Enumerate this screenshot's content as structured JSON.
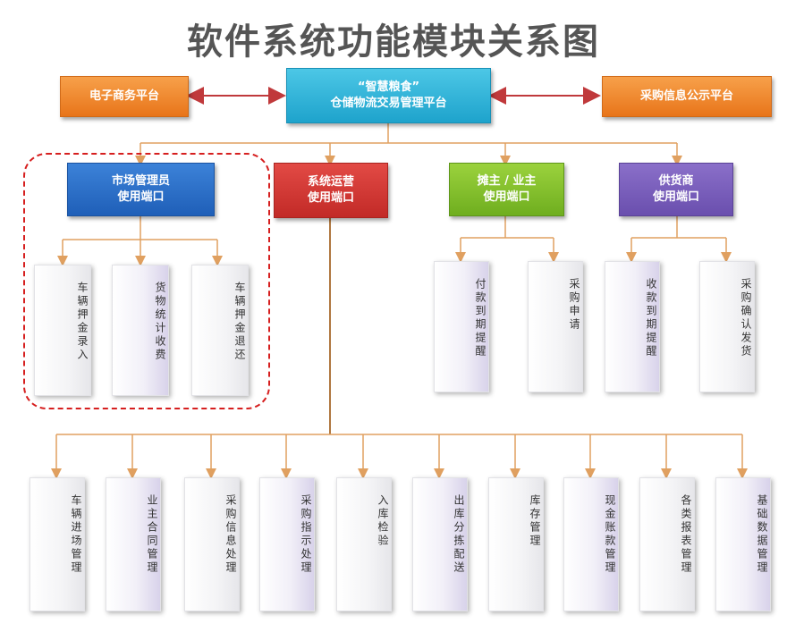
{
  "title": "软件系统功能模块关系图",
  "platforms": {
    "left": "电子商务平台",
    "center_line1": "“智慧粮食”",
    "center_line2": "仓储物流交易管理平台",
    "right": "采购信息公示平台"
  },
  "ports": [
    {
      "line1": "市场管理员",
      "line2": "使用端口"
    },
    {
      "line1": "系统运营",
      "line2": "使用端口"
    },
    {
      "line1": "摊主 / 业主",
      "line2": "使用端口"
    },
    {
      "line1": "供货商",
      "line2": "使用端口"
    }
  ],
  "market_modules": [
    "车辆押金录入",
    "货物统计收费",
    "车辆押金退还"
  ],
  "vendor_modules": [
    "付款到期提醒",
    "采购申请"
  ],
  "supplier_modules": [
    "收款到期提醒",
    "采购确认发货"
  ],
  "ops_modules": [
    "车辆进场管理",
    "业主合同管理",
    "采购信息处理",
    "采购指示处理",
    "入库检验",
    "出库分拣配送",
    "库存管理",
    "现金账款管理",
    "各类报表管理",
    "基础数据管理"
  ],
  "colors": {
    "connector": "#e0a060",
    "arrow": "#c0393b",
    "dashed_border": "#d61f1f"
  }
}
